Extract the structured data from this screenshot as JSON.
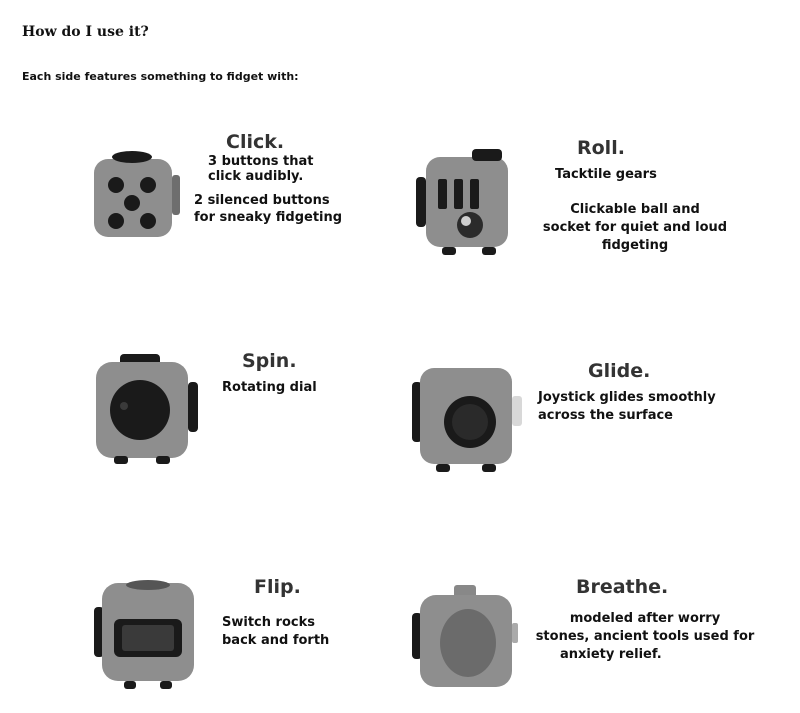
{
  "header": {
    "title": "How do I use it?",
    "subtitle": "Each side features something to fidget with:"
  },
  "features": {
    "click": {
      "title": "Click.",
      "lines": [
        "3 buttons that",
        "click audibly.",
        "2 silenced buttons",
        "for sneaky fidgeting"
      ]
    },
    "roll": {
      "title": "Roll.",
      "lines": [
        "Tacktile gears",
        "Clickable ball and",
        "socket for quiet and loud",
        "fidgeting"
      ]
    },
    "spin": {
      "title": "Spin.",
      "lines": [
        "Rotating dial"
      ]
    },
    "glide": {
      "title": "Glide.",
      "lines": [
        "Joystick glides smoothly",
        "across the surface"
      ]
    },
    "flip": {
      "title": "Flip.",
      "lines": [
        "Switch rocks",
        "back and forth"
      ]
    },
    "breathe": {
      "title": "Breathe.",
      "lines": [
        "modeled after worry",
        "stones, ancient tools used for",
        "anxiety relief."
      ]
    }
  },
  "icons": [
    "fidget-cube-click-icon",
    "fidget-cube-roll-icon",
    "fidget-cube-spin-icon",
    "fidget-cube-glide-icon",
    "fidget-cube-flip-icon",
    "fidget-cube-breathe-icon"
  ],
  "colors": {
    "cube_body": "#8e8e8e",
    "cube_controls": "#1a1a1a"
  }
}
